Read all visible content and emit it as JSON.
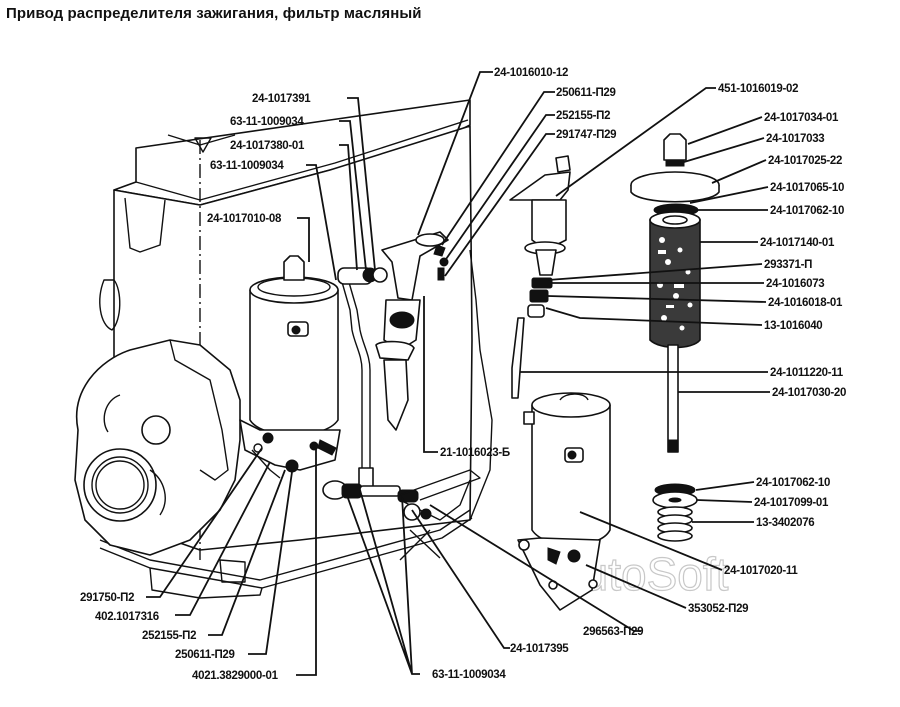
{
  "title": "Привод распределителя зажигания, фильтр масляный",
  "watermark": "AutoSoft",
  "callouts": {
    "c01": "24-1017391",
    "c02": "63-11-1009034",
    "c03": "24-1017380-01",
    "c04": "63-11-1009034",
    "c05": "24-1017010-08",
    "c06": "24-1016010-12",
    "c07": "250611-П29",
    "c08": "252155-П2",
    "c09": "291747-П29",
    "c10": "451-1016019-02",
    "c11": "24-1017034-01",
    "c12": "24-1017033",
    "c13": "24-1017025-22",
    "c14": "24-1017065-10",
    "c15": "24-1017062-10",
    "c16": "24-1017140-01",
    "c17": "293371-П",
    "c18": "24-1016073",
    "c19": "24-1016018-01",
    "c20": "13-1016040",
    "c21": "24-1011220-11",
    "c22": "24-1017030-20",
    "c23": "21-1016023-Б",
    "c24": "24-1017062-10",
    "c25": "24-1017099-01",
    "c26": "13-3402076",
    "c27": "24-1017020-11",
    "c28": "353052-П29",
    "c29": "296563-П29",
    "c30": "24-1017395",
    "c31": "63-11-1009034",
    "c32": "291750-П2",
    "c33": "402.1017316",
    "c34": "252155-П2",
    "c35": "250611-П29",
    "c36": "4021.3829000-01"
  }
}
